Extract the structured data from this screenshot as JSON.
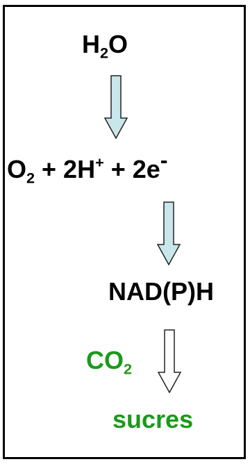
{
  "colors": {
    "text_main": "#000000",
    "text_accent": "#1a9a1a",
    "arrow_fill": "#c9e6ea",
    "arrow_stroke": "#222222",
    "frame_border": "#000000"
  },
  "diagram": {
    "water": {
      "base": "H",
      "sub": "2",
      "tail": "O"
    },
    "split": {
      "o_base": "O",
      "o_sub": "2",
      "h_part": " + 2H",
      "h_sup": "+",
      "e_part": " + 2e",
      "e_sup": "-"
    },
    "reduced_carrier": {
      "text": "NAD(P)H"
    },
    "carbon_input": {
      "base": "CO",
      "sub": "2"
    },
    "product": {
      "text": "sucres"
    }
  }
}
